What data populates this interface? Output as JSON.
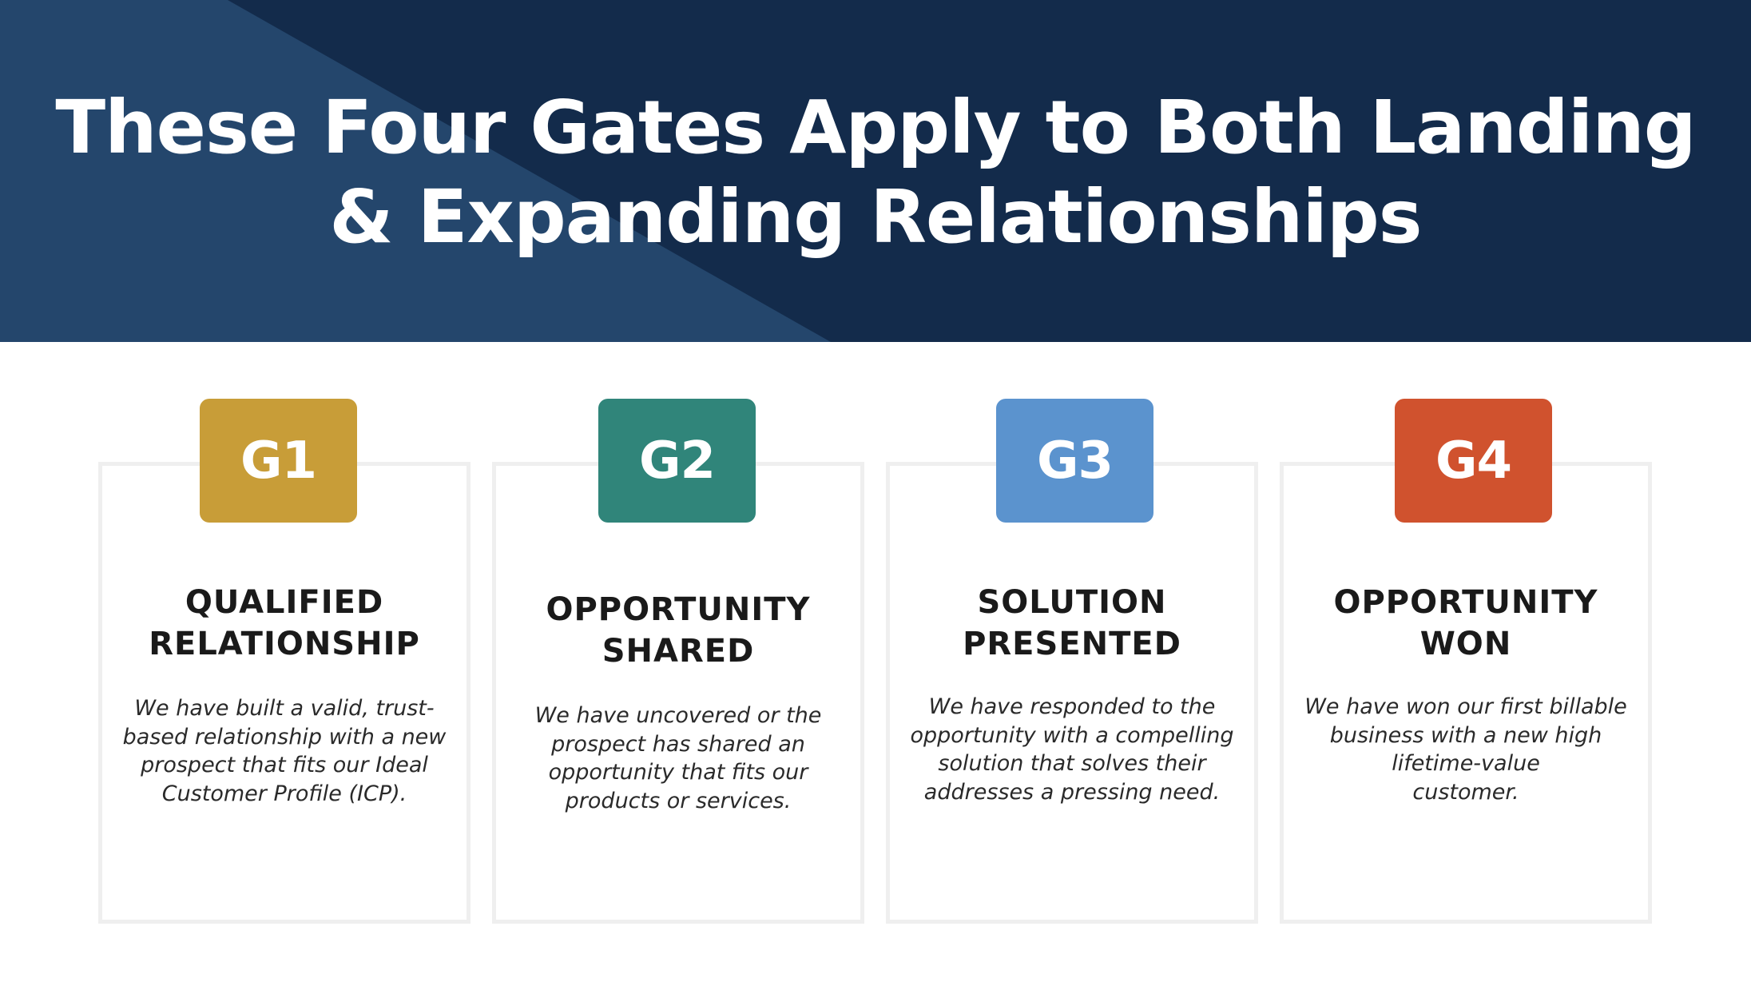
{
  "title": {
    "line1": "These Four Gates Apply to Both Landing",
    "line2": "& Expanding Relationships"
  },
  "colors": {
    "header_dark": "#132b4b",
    "header_accent": "#24466c",
    "card_border": "#efefef"
  },
  "gates": [
    {
      "code": "G1",
      "color": "#c89d38",
      "title_line1": "QUALIFIED",
      "title_line2": "RELATIONSHIP",
      "desc_lines": [
        "We have built a valid, trust-",
        "based relationship with a new",
        "prospect that fits our Ideal",
        "Customer Profile (ICP)."
      ]
    },
    {
      "code": "G2",
      "color": "#30857a",
      "title_line1": "OPPORTUNITY",
      "title_line2": "SHARED",
      "desc_lines": [
        "We have uncovered or the",
        "prospect has shared an",
        "opportunity that fits our",
        "products or services."
      ]
    },
    {
      "code": "G3",
      "color": "#5b93ce",
      "title_line1": "SOLUTION",
      "title_line2": "PRESENTED",
      "desc_lines": [
        "We have responded to the",
        "opportunity with a compelling",
        "solution that solves their",
        "addresses a pressing need."
      ]
    },
    {
      "code": "G4",
      "color": "#d0522e",
      "title_line1": "OPPORTUNITY",
      "title_line2": "WON",
      "desc_lines": [
        "We have won our first billable",
        "business with a new high",
        "lifetime-value",
        "customer."
      ]
    }
  ]
}
